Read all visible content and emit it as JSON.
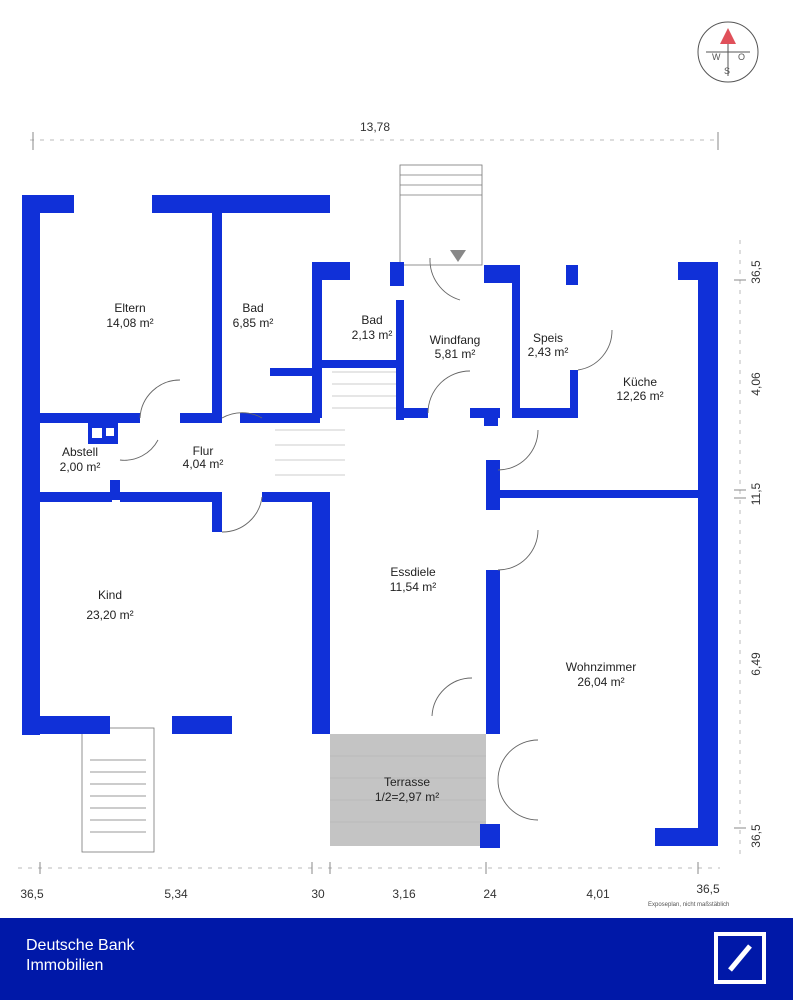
{
  "colors": {
    "wall": "#1030d8",
    "terrace": "#c4c4c4",
    "footer_bg": "#0018a8",
    "compass_red": "#e0505a"
  },
  "rooms": [
    {
      "name": "Eltern",
      "area": "14,08 m²"
    },
    {
      "name": "Bad",
      "area": "6,85 m²"
    },
    {
      "name": "Bad",
      "area": "2,13 m²"
    },
    {
      "name": "Windfang",
      "area": "5,81 m²"
    },
    {
      "name": "Speis",
      "area": "2,43 m²"
    },
    {
      "name": "Küche",
      "area": "12,26 m²"
    },
    {
      "name": "Abstell",
      "area": "2,00 m²"
    },
    {
      "name": "Flur",
      "area": "4,04 m²"
    },
    {
      "name": "Kind",
      "area": "23,20 m²"
    },
    {
      "name": "Essdiele",
      "area": "11,54 m²"
    },
    {
      "name": "Wohnzimmer",
      "area": "26,04 m²"
    },
    {
      "name": "Terrasse",
      "area": "1/2=2,97 m²"
    }
  ],
  "dimensions": {
    "top": "13,78",
    "bottom": [
      "36,5",
      "5,34",
      "30",
      "3,16",
      "24",
      "4,01",
      "36,5"
    ],
    "right": [
      "36,5",
      "4,06",
      "11,5",
      "6,49",
      "36,5"
    ]
  },
  "compass": {
    "north": "N",
    "west": "W",
    "east": "O",
    "south": "S"
  },
  "note": "Exposeplan, nicht maßstäblich",
  "footer": {
    "line1": "Deutsche Bank",
    "line2": "Immobilien"
  },
  "icons": [
    "compass-icon",
    "deutsche-bank-logo-icon",
    "door-swing-icon",
    "stairs-icon"
  ]
}
